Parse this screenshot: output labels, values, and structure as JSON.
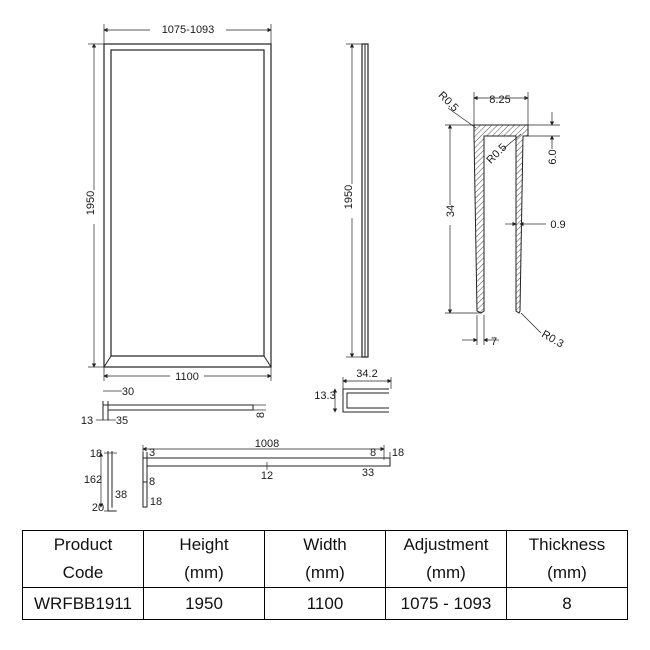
{
  "dims": {
    "front_top": "1075-1093",
    "front_height": "1950",
    "front_bottom": "1100",
    "side_height": "1950",
    "p_8_25": "8.25",
    "p_r05a": "R0.5",
    "p_r05b": "R0.5",
    "p_6_0": "6.0",
    "p_34": "34",
    "p_0_9": "0.9",
    "p_7": "7",
    "p_r03": "R0.3",
    "ch_34_2": "34.2",
    "ch_13_3": "13.3",
    "d30": "30",
    "d13": "13",
    "d35": "35",
    "d8a": "8",
    "bar_1008": "1008",
    "bar_3": "3",
    "bar_12": "12",
    "bar_8": "8",
    "bar_18": "18",
    "bar_33": "33",
    "br_18a": "18",
    "br_162": "162",
    "br_38": "38",
    "br_20": "20",
    "br_8": "8",
    "br_18b": "18"
  },
  "table": {
    "headers": [
      {
        "l1": "Product",
        "l2": "Code"
      },
      {
        "l1": "Height",
        "l2": "(mm)"
      },
      {
        "l1": "Width",
        "l2": "(mm)"
      },
      {
        "l1": "Adjustment",
        "l2": "(mm)"
      },
      {
        "l1": "Thickness",
        "l2": "(mm)"
      }
    ],
    "row": [
      "WRFBB1911",
      "1950",
      "1100",
      "1075 - 1093",
      "8"
    ]
  }
}
